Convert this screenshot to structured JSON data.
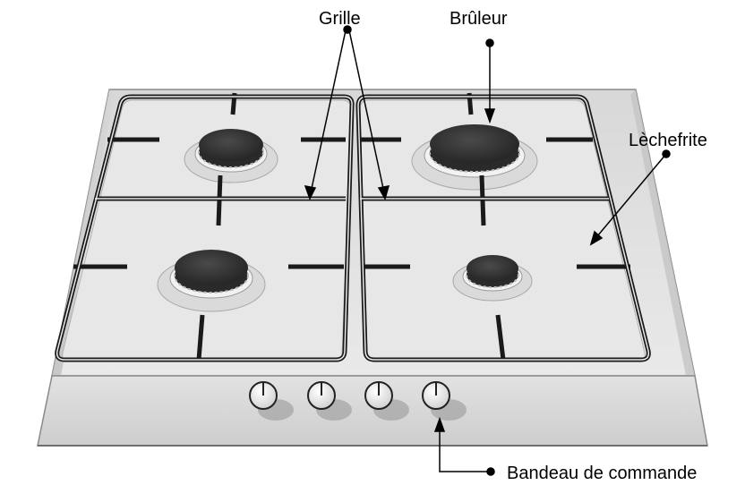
{
  "labels": {
    "grille": "Grille",
    "bruleur": "Brûleur",
    "lechefrite": "Lèchefrite",
    "bandeau": "Bandeau de commande"
  },
  "burners": [
    {
      "name": "burner-top-left",
      "size": "medium"
    },
    {
      "name": "burner-top-right",
      "size": "large"
    },
    {
      "name": "burner-bottom-left",
      "size": "medium"
    },
    {
      "name": "burner-bottom-right",
      "size": "small"
    }
  ],
  "knobs": {
    "count": 4
  },
  "colors": {
    "steel_light": "#e6e6e6",
    "steel_mid": "#cfcfcf",
    "steel_dark": "#9a9a9a",
    "grate": "#1a1a1a",
    "burner_cap": "#333333",
    "leader": "#000000"
  }
}
